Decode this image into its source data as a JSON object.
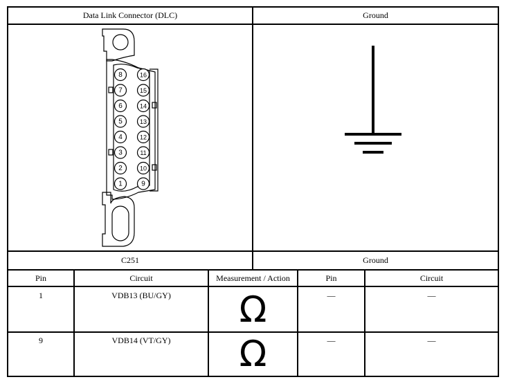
{
  "top_table": {
    "left_header": "Data Link Connector (DLC)",
    "right_header": "Ground",
    "left_footer": "C251",
    "right_footer": "Ground",
    "connector_pins_left": [
      "8",
      "7",
      "6",
      "5",
      "4",
      "3",
      "2",
      "1"
    ],
    "connector_pins_right": [
      "16",
      "15",
      "14",
      "13",
      "12",
      "11",
      "10",
      "9"
    ]
  },
  "bottom_table": {
    "headers": [
      "Pin",
      "Circuit",
      "Measurement / Action",
      "Pin",
      "Circuit"
    ],
    "rows": [
      {
        "pin": "1",
        "circuit": "VDB13 (BU/GY)",
        "measurement": "Ω",
        "pin2": "—",
        "circuit2": "—"
      },
      {
        "pin": "9",
        "circuit": "VDB14 (VT/GY)",
        "measurement": "Ω",
        "pin2": "—",
        "circuit2": "—"
      }
    ]
  }
}
